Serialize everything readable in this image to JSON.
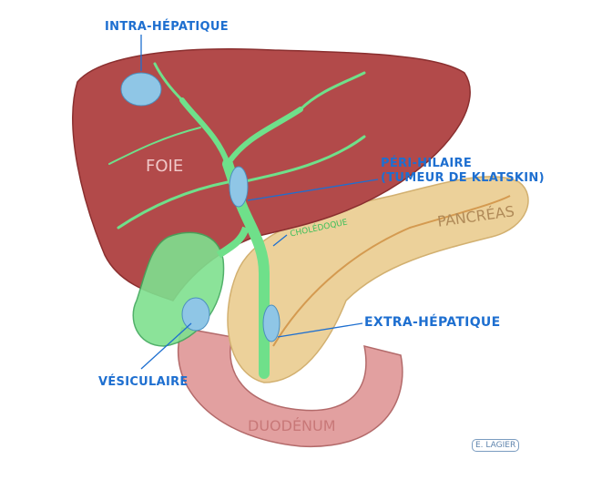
{
  "labels": {
    "intra": "INTRA-HÉPATIQUE",
    "peri_line1": "PÉRI-HILAIRE",
    "peri_line2": "(TUMEUR DE KLATSKIN)",
    "extra": "EXTRA-HÉPATIQUE",
    "vesiculaire": "VÉSICULAIRE"
  },
  "organs": {
    "foie": "FOIE",
    "pancreas": "PANCRÉAS",
    "choledoque": "CHOLÉDOQUE",
    "duodenum": "DUODÉNUM"
  },
  "signature": "E. LAGIER",
  "colors": {
    "liver": "#b24a4a",
    "ducts": "#6fe08a",
    "tumor": "#8fc6e6",
    "pancreas": "#ecd19a",
    "duodenum": "#e2a0a0",
    "label": "#1e6fd0"
  }
}
